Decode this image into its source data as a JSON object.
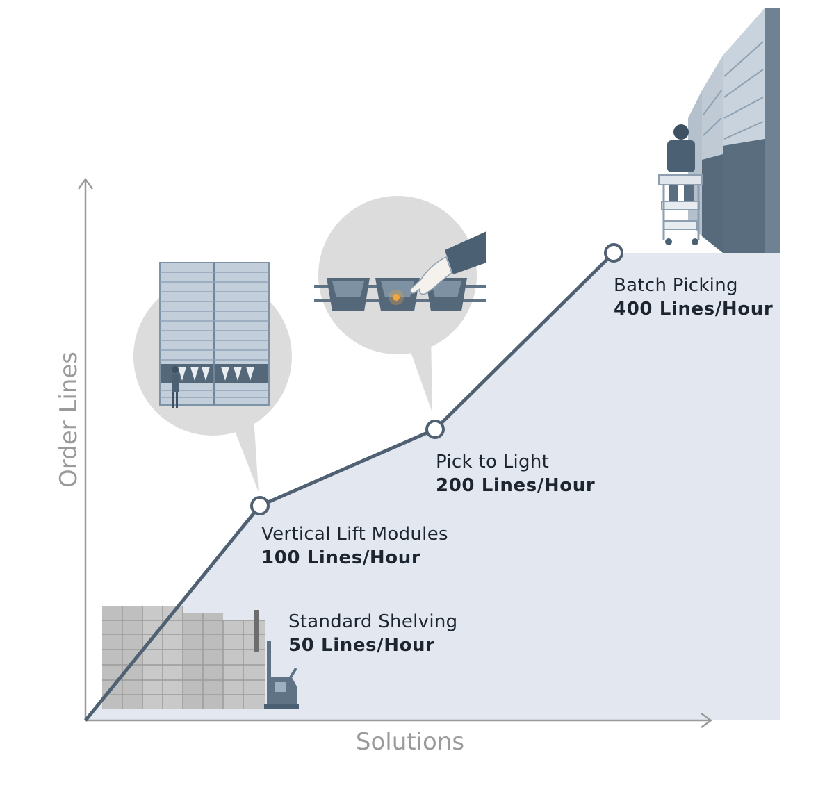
{
  "chart_data": {
    "type": "area",
    "xlabel": "Solutions",
    "ylabel": "Order Lines",
    "points": [
      {
        "label": "Standard Shelving",
        "value_label": "50 Lines/Hour",
        "value": 50
      },
      {
        "label": "Vertical Lift Modules",
        "value_label": "100 Lines/Hour",
        "value": 100
      },
      {
        "label": "Pick to Light",
        "value_label": "200 Lines/Hour",
        "value": 200
      },
      {
        "label": "Batch Picking",
        "value_label": "400 Lines/Hour",
        "value": 400
      }
    ],
    "grid": false,
    "legend": "none"
  },
  "colors": {
    "area_fill": "#e3e8f0",
    "line": "#4f6173",
    "marker_fill": "#ffffff",
    "axis": "#9a9a9a",
    "bubble": "#dcdcdc",
    "illustration": "#5f7384"
  },
  "illustrations": [
    "boxes-and-pallet-truck-icon",
    "vertical-lift-module-icon",
    "pick-to-light-icon",
    "batch-picking-worker-icon"
  ]
}
